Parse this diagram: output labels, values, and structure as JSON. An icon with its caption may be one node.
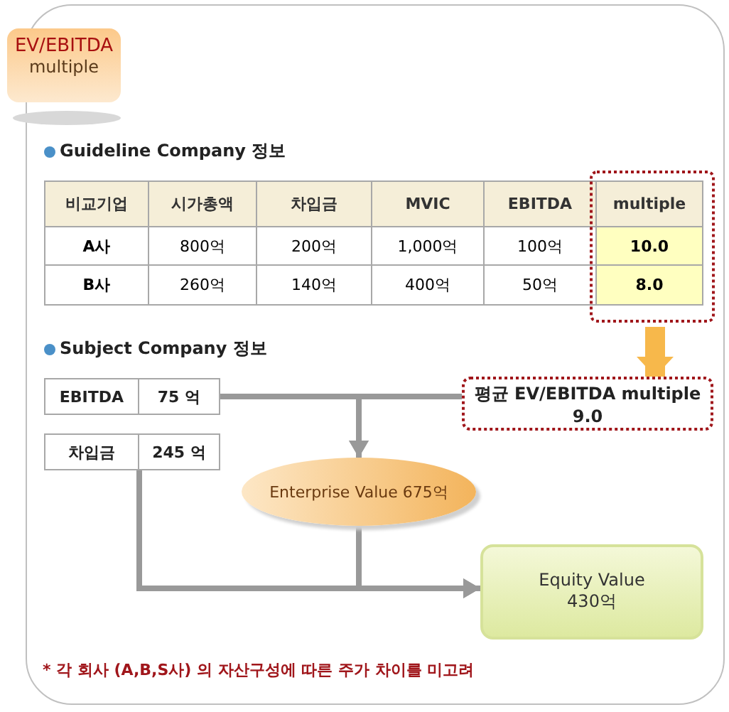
{
  "diagram": {
    "nodes": [
      {
        "text": [
          "EV/EBITDA",
          "multiple"
        ]
      },
      {
        "text": [],
        "shape": "box"
      },
      {
        "text": [
          "EBITDA",
          "75 억"
        ]
      },
      {
        "text": [
          "차입금",
          "245 억"
        ]
      },
      {
        "text": [
          "평균 EV/EBITDA multiple 9.0"
        ]
      },
      {
        "text": [
          "Enterprise Value 675억"
        ]
      },
      {
        "text": [
          "Equity Value 430억"
        ]
      }
    ],
    "edges": [
      {
        "from": 2,
        "to": 5,
        "arrow": "to"
      },
      {
        "from": 4,
        "to": 5,
        "arrow": "to"
      },
      {
        "from": 3,
        "to": 6,
        "arrow": "to"
      },
      {
        "from": 5,
        "to": 6,
        "arrow": "to"
      },
      {
        "from": 1,
        "to": 4,
        "arrow": "to",
        "style": "thick",
        "color": "#f7b84b"
      }
    ],
    "labels": [
      "Guideline Company 정보",
      "비교기업",
      "시가총액",
      "차입금",
      "MVIC",
      "EBITDA",
      "multiple",
      "A사",
      "800억",
      "200억",
      "1,000억",
      "100억",
      "10.0",
      "B사",
      "260억",
      "140억",
      "400억",
      "50억",
      "8.0",
      "Subject Company 정보",
      "* 각 회사 (A,B,S사) 의 자산구성에 따른 주가 차이를 미고려"
    ]
  }
}
